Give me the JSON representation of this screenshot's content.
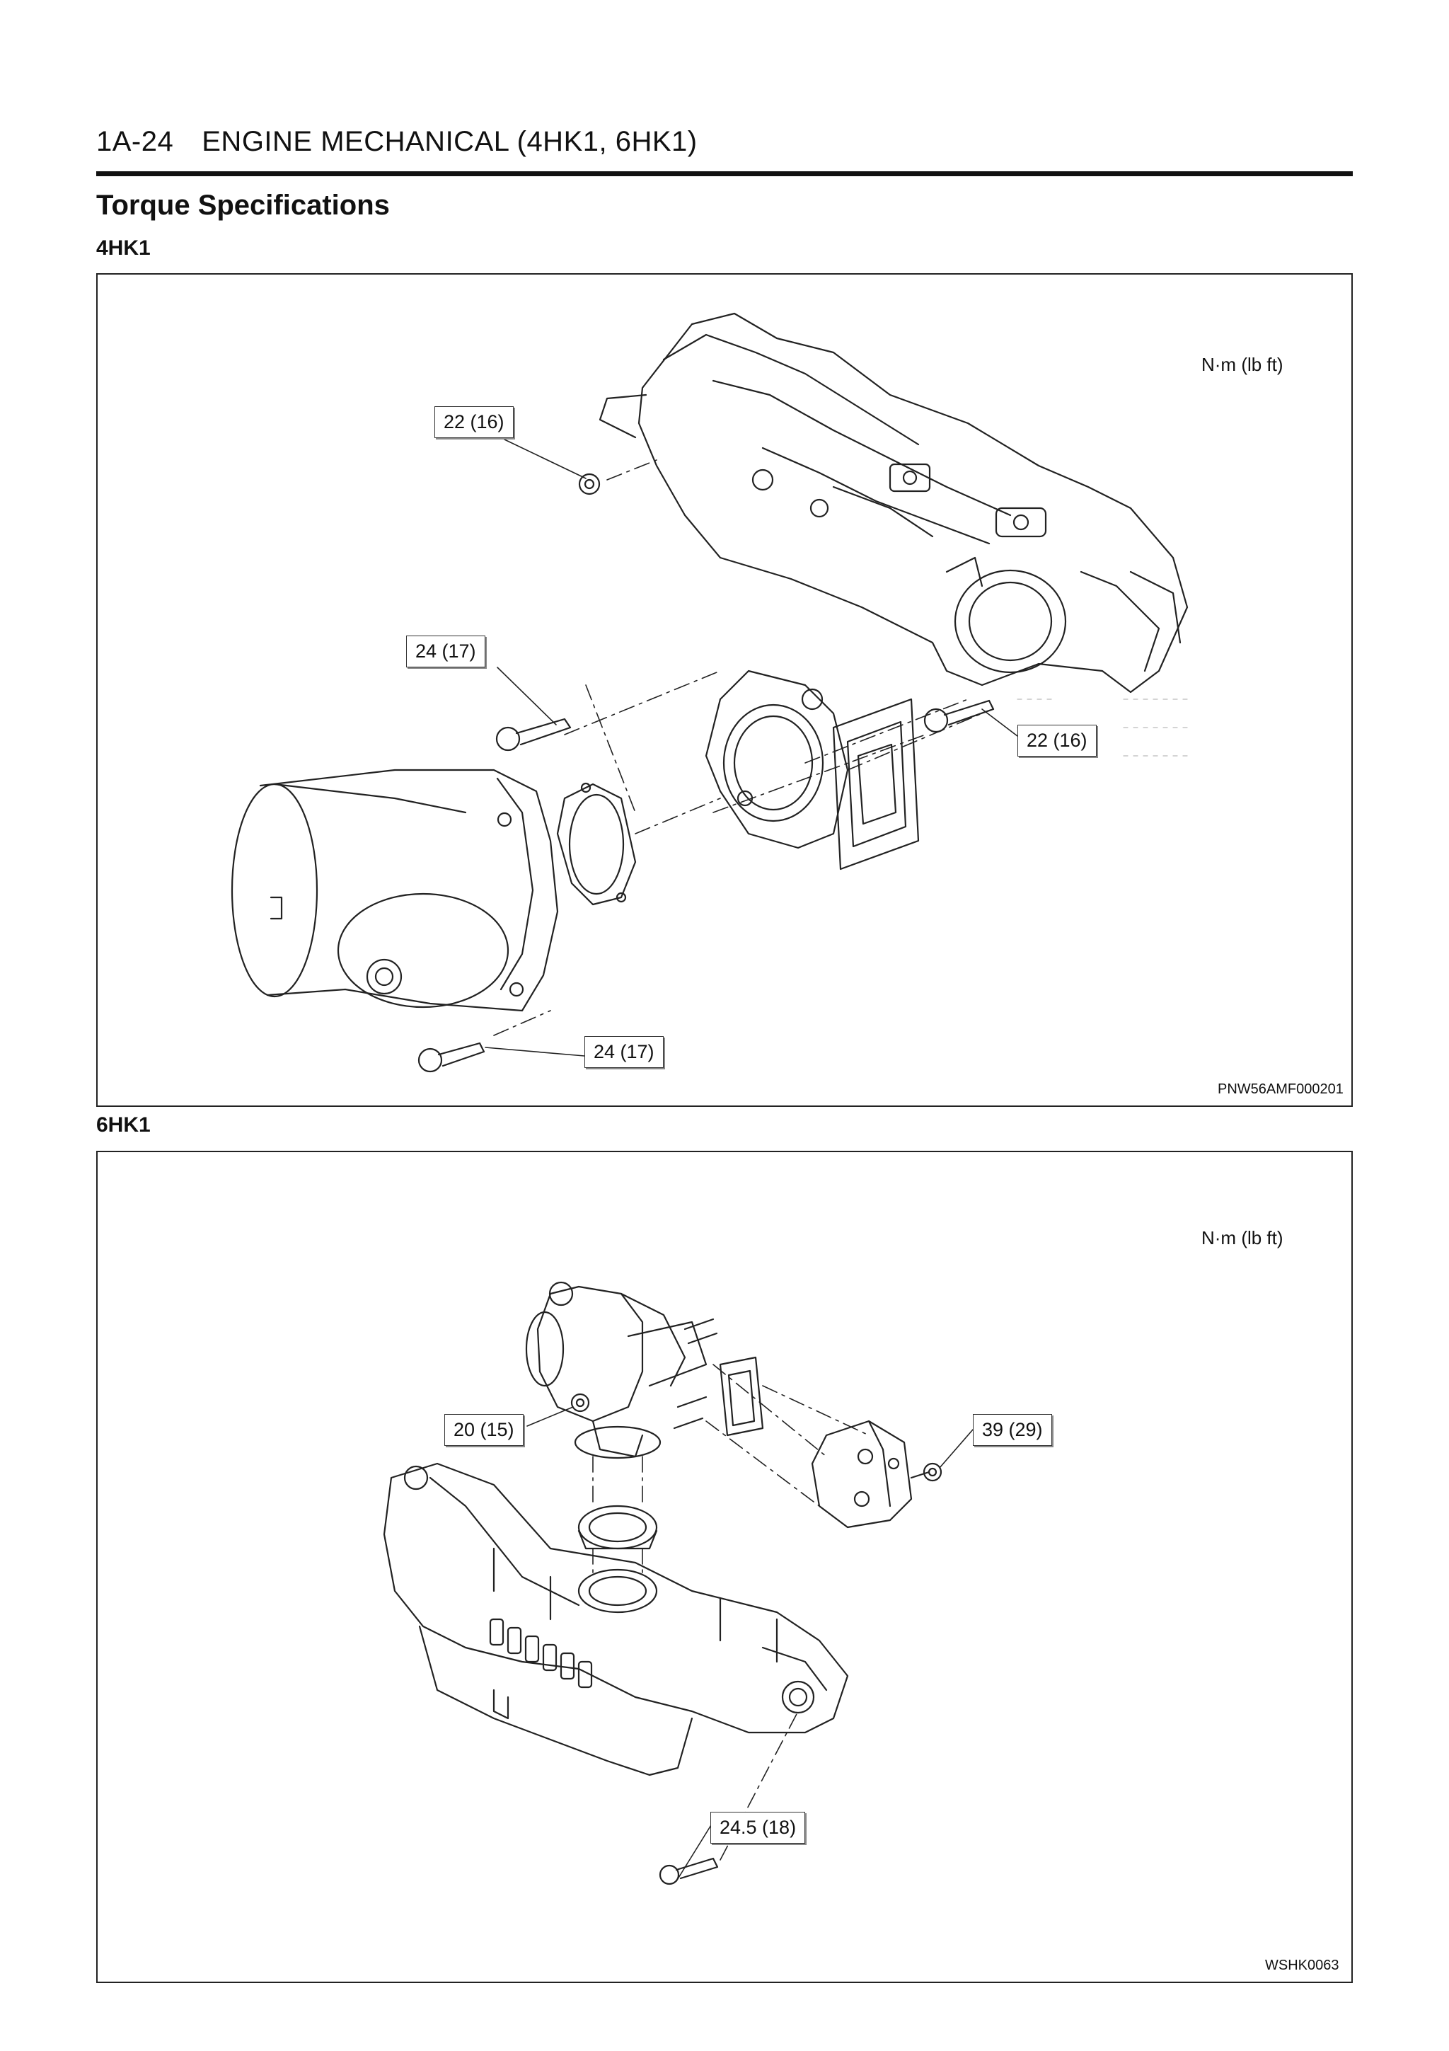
{
  "page": {
    "section_code": "1A-24",
    "section_title": "ENGINE MECHANICAL (4HK1, 6HK1)",
    "heading": "Torque Specifications"
  },
  "figures": [
    {
      "engine": "4HK1",
      "unit_label": "N·m (lb ft)",
      "figure_code": "PNW56AMF000201",
      "callouts": [
        "22 (16)",
        "24 (17)",
        "22 (16)",
        "24 (17)"
      ]
    },
    {
      "engine": "6HK1",
      "unit_label": "N·m (lb ft)",
      "figure_code": "WSHK0063",
      "callouts": [
        "20 (15)",
        "39 (29)",
        "24.5 (18)"
      ]
    }
  ]
}
